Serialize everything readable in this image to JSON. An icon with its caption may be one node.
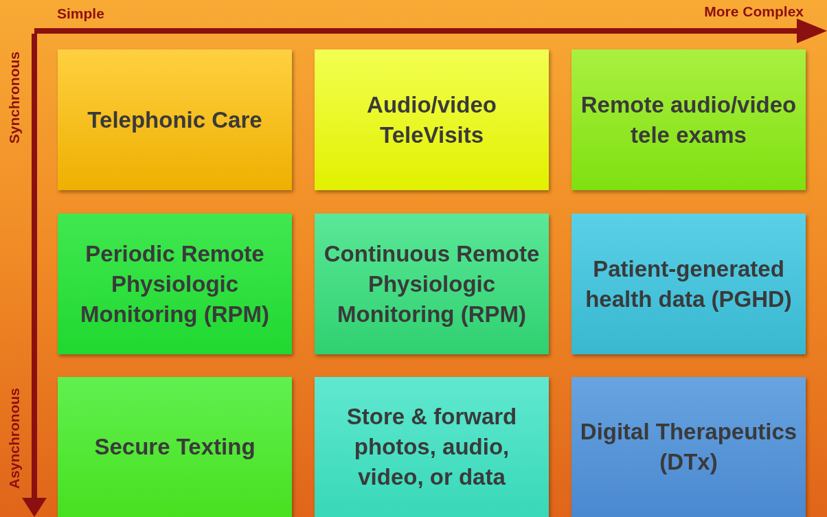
{
  "diagram": {
    "nodes": [
      {
        "text": [
          "Telephonic Care"
        ]
      },
      {
        "text": [
          "Audio/video TeleVisits"
        ]
      },
      {
        "text": [
          "Remote audio/video tele exams"
        ]
      },
      {
        "text": [
          "Periodic Remote Physiologic Monitoring (RPM)"
        ]
      },
      {
        "text": [
          "Continuous Remote Physiologic Monitoring (RPM)"
        ]
      },
      {
        "text": [
          "Patient-generated health data (PGHD)"
        ]
      },
      {
        "text": [
          "Secure Texting"
        ]
      },
      {
        "text": [
          "Store & forward photos, audio, video, or data"
        ]
      },
      {
        "text": [
          "Digital Therapeutics (DTx)"
        ]
      }
    ],
    "edges": [],
    "labels": [
      "Simple",
      "More Complex",
      "Synchronous",
      "Asynchronous"
    ]
  }
}
